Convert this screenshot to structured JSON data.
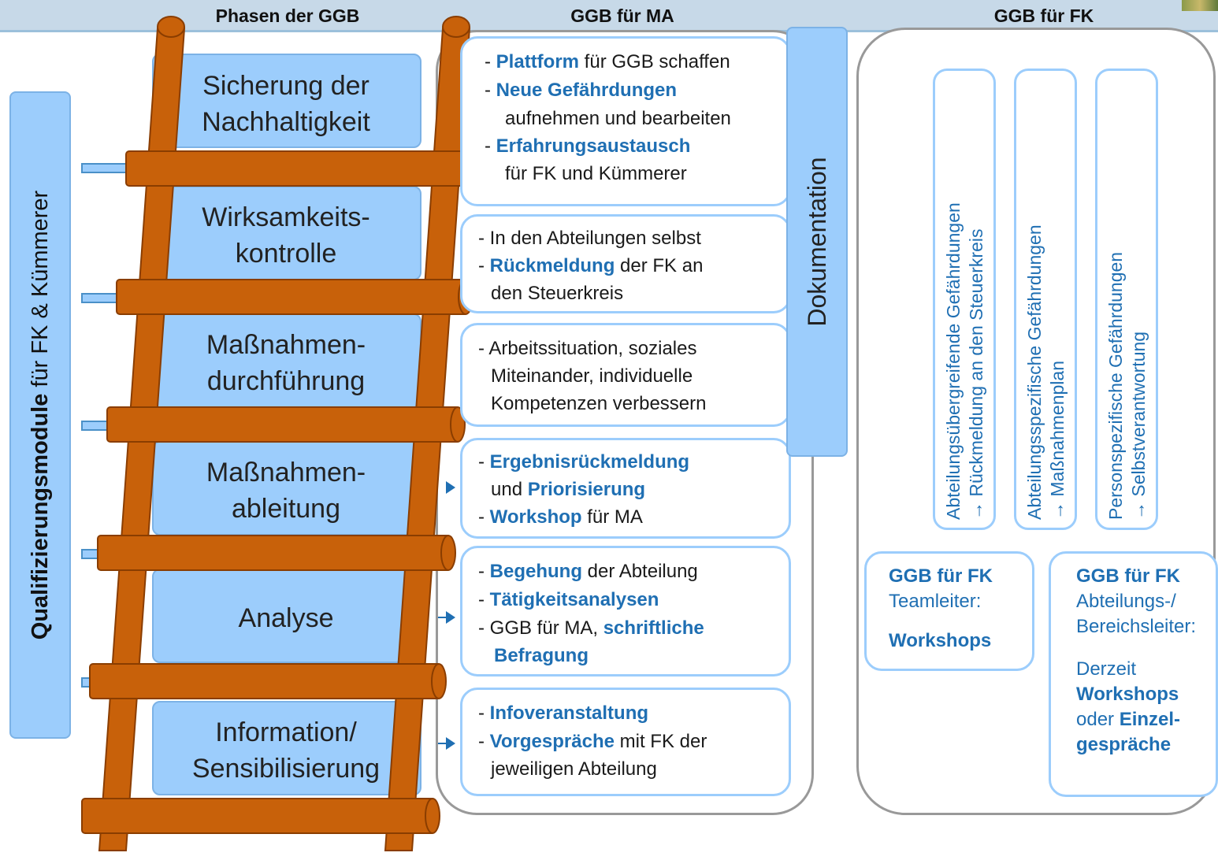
{
  "headers": {
    "phases": "Phasen der GGB",
    "ma": "GGB für MA",
    "fk": "GGB für FK"
  },
  "qualification": {
    "bold": "Qualifizierungsmodule",
    "rest": " für FK & Kümmerer"
  },
  "phases": [
    {
      "line1": "Sicherung der",
      "line2": "Nachhaltigkeit"
    },
    {
      "line1": "Wirksamkeits-",
      "line2": "kontrolle"
    },
    {
      "line1": "Maßnahmen-",
      "line2": "durchführung"
    },
    {
      "line1": "Maßnahmen-",
      "line2": "ableitung"
    },
    {
      "line1": "Analyse",
      "line2": ""
    },
    {
      "line1": "Information/",
      "line2": "Sensibilisierung"
    }
  ],
  "ma_boxes": {
    "b0": {
      "l1_pre": "- ",
      "l1_bold": "Plattform",
      "l1_rest": " für GGB schaffen",
      "l2_pre": "- ",
      "l2_bold": "Neue Gefährdungen",
      "l3": "aufnehmen und bearbeiten",
      "l4_pre": "- ",
      "l4_bold": "Erfahrungsaustausch",
      "l5": "für FK und Kümmerer"
    },
    "b1": {
      "l1": "- In den Abteilungen selbst",
      "l2_pre": "- ",
      "l2_bold": "Rückmeldung",
      "l2_rest": " der FK an",
      "l3": "den Steuerkreis"
    },
    "b2": {
      "l1": "- Arbeitssituation, soziales",
      "l2": "Miteinander, individuelle",
      "l3": "Kompetenzen verbessern"
    },
    "b3": {
      "l1_pre": "- ",
      "l1_bold": "Ergebnisrückmeldung",
      "l2_pre": "und ",
      "l2_bold": "Priorisierung",
      "l3_pre": "- ",
      "l3_bold": "Workshop",
      "l3_rest": " für MA"
    },
    "b4": {
      "l1_pre": "- ",
      "l1_bold": "Begehung",
      "l1_rest": " der Abteilung",
      "l2_pre": "- ",
      "l2_bold": "Tätigkeitsanalysen",
      "l3_pre": "- GGB für MA, ",
      "l3_bold": "schriftliche",
      "l4_bold": "Befragung"
    },
    "b5": {
      "l1_pre": "- ",
      "l1_bold": "Infoveranstaltung",
      "l2_pre": "- ",
      "l2_bold": "Vorgespräche",
      "l2_rest": " mit FK der",
      "l3": "jeweiligen Abteilung"
    }
  },
  "documentation": "Dokumentation",
  "fk_columns": [
    {
      "line1": "Abteilungsübergreifende Gefährdungen",
      "line2": "→ Rückmeldung an den Steuerkreis"
    },
    {
      "line1": "Abteilungsspezifische Gefährdungen",
      "line2": "→ Maßnahmenplan"
    },
    {
      "line1": "Personspezifische Gefährdungen",
      "line2": "→ Selbstverantwortung"
    }
  ],
  "fk_teamleiter": {
    "title": "GGB für FK",
    "role": "Teamleiter:",
    "method": "Workshops"
  },
  "fk_abteilung": {
    "title": "GGB für FK",
    "role1": "Abteilungs-/",
    "role2": "Bereichsleiter:",
    "now": "Derzeit",
    "m1": "Workshops",
    "or": "oder ",
    "m2": "Einzel-",
    "m3": "gespräche"
  },
  "colors": {
    "accent": "#1f6fb3",
    "box_fill": "#9ccdfc",
    "ladder": "#c8610a",
    "ladder_outline": "#8a3d00"
  }
}
